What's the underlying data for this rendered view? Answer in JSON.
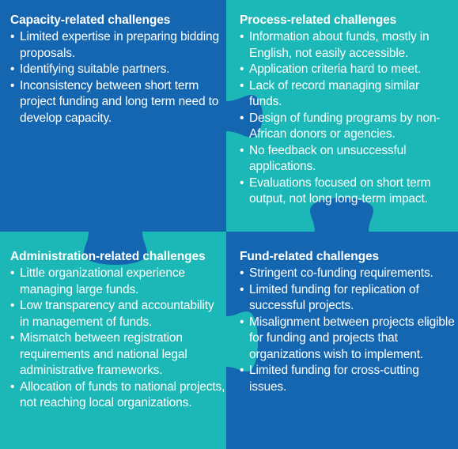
{
  "colors": {
    "dark_blue": "#1466b0",
    "teal": "#1cb7b7",
    "text": "#ffffff"
  },
  "quadrants": [
    {
      "heading": "Capacity-related challenges",
      "items": [
        "Limited expertise in preparing bidding proposals.",
        "Identifying suitable partners.",
        "Inconsistency between short term project funding and long term need to develop capacity."
      ]
    },
    {
      "heading": "Process-related challenges",
      "items": [
        "Information about funds, mostly in English, not easily accessible.",
        "Application criteria hard to meet.",
        "Lack of record managing similar funds.",
        "Design of funding programs by non-African donors or agencies.",
        "No feedback on unsuccessful applications.",
        "Evaluations focused on short term output, not long long-term impact."
      ]
    },
    {
      "heading": "Administration-related challenges",
      "items": [
        "Little organizational experience managing large funds.",
        "Low transparency and accountability in management of funds.",
        "Mismatch between registration requirements and national legal administrative frameworks.",
        "Allocation of funds to national projects, not reaching local organizations."
      ]
    },
    {
      "heading": "Fund-related challenges",
      "items": [
        "Stringent co-funding requirements.",
        "Limited funding for replication of successful projects.",
        "Misalignment between projects eligible for funding and projects that organizations wish to implement.",
        "Limited funding for cross-cutting issues."
      ]
    }
  ]
}
